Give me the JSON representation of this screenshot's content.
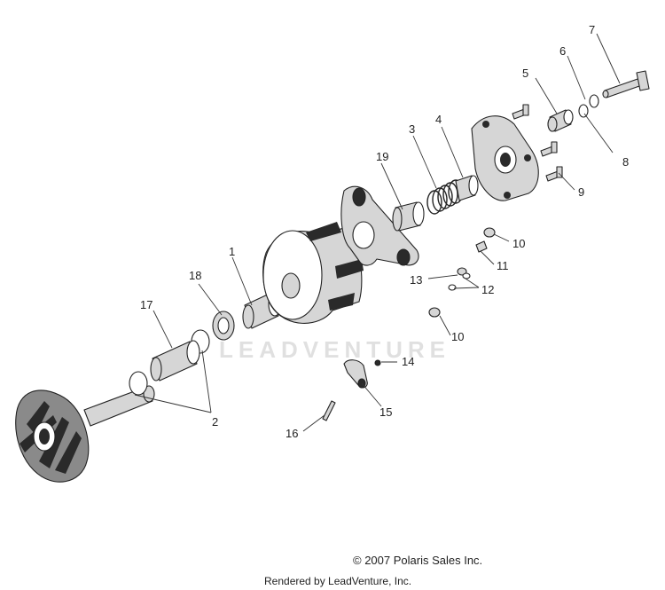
{
  "watermark": "LEADVENTURE",
  "copyright": "© 2007 Polaris Sales Inc.",
  "rendered_by": "Rendered by LeadVenture, Inc.",
  "callouts": [
    "1",
    "2",
    "3",
    "4",
    "5",
    "6",
    "7",
    "8",
    "9",
    "10",
    "10",
    "11",
    "12",
    "13",
    "14",
    "15",
    "16",
    "17",
    "18",
    "19"
  ]
}
